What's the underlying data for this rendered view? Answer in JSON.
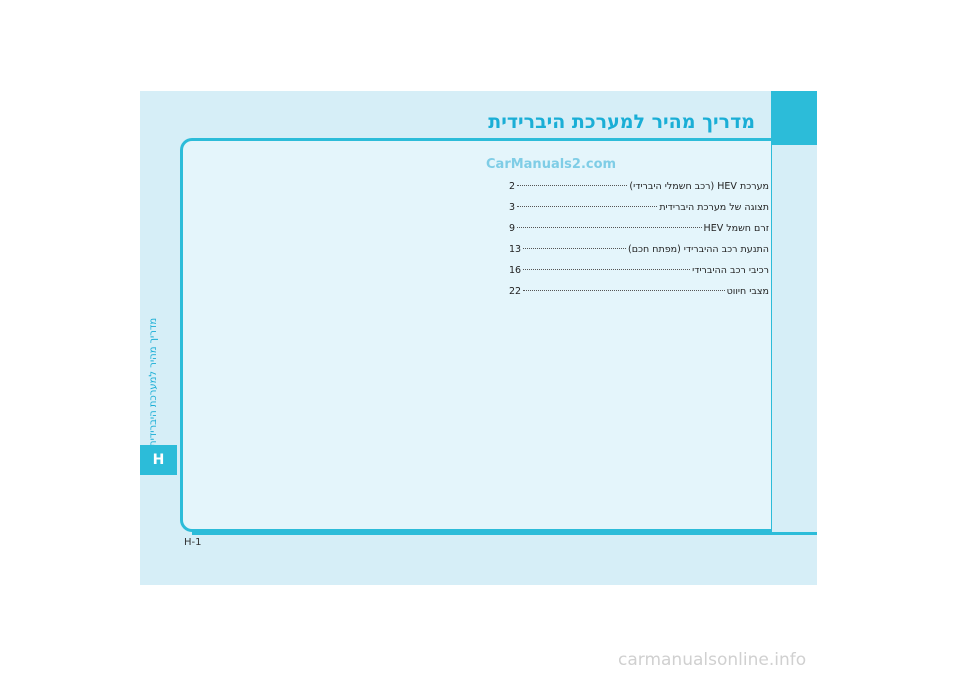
{
  "page": {
    "title": "מדריך מהיר למערכת היברידית",
    "side_label": "מדריך מהיר למערכת היברידית",
    "section_tab": "H",
    "page_number": "H-1",
    "watermark": "CarManuals2.com",
    "footer_watermark": "carmanualsonline.info"
  },
  "toc": [
    {
      "title": "מערכת HEV (רכב חשמלי היברידי)",
      "page": "2"
    },
    {
      "title": "תצוגה של מערכת היברידית",
      "page": "3"
    },
    {
      "title": "זרם חשמל HEV",
      "page": "9"
    },
    {
      "title": "התנעת רכב ההיברידי (מפתח חכם)",
      "page": "13"
    },
    {
      "title": "רכיבי רכב ההיברידי",
      "page": "16"
    },
    {
      "title": "מצבי חיווט",
      "page": "22"
    }
  ],
  "colors": {
    "accent": "#2cbcd9",
    "page_bg": "#d6eef7",
    "panel_bg": "#e4f5fb"
  }
}
